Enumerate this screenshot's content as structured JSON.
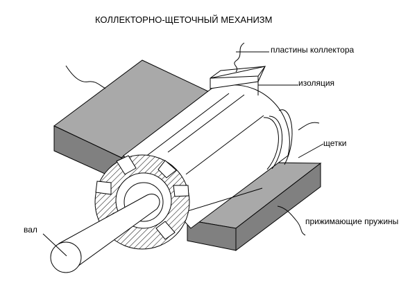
{
  "title": "КОЛЛЕКТОРНО-ЩЕТОЧНЫЙ МЕХАНИЗМ",
  "labels": {
    "plates": "пластины коллектора",
    "insulation": "изоляция",
    "brushes": "щетки",
    "springs": "прижимающие пружины",
    "shaft": "вал"
  },
  "colors": {
    "brush_top": "#a9a9a9",
    "brush_side": "#808080",
    "outline": "#000000",
    "background": "#ffffff"
  }
}
